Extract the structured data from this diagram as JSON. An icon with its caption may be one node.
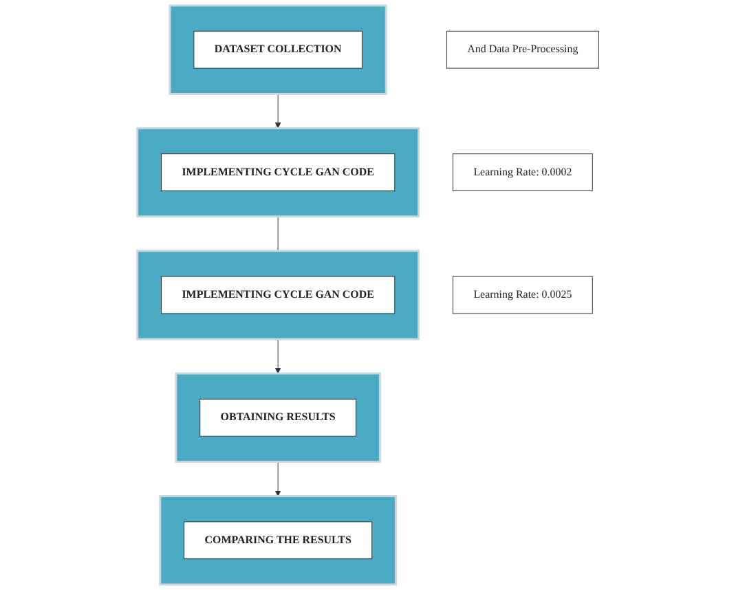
{
  "diagram": {
    "nodes": [
      {
        "text": [],
        "shape": "box"
      },
      {
        "text": [
          "DATASET COLLECTION"
        ],
        "in": 0
      },
      {
        "text": [
          "And Data Pre-Processing"
        ]
      },
      {
        "text": [],
        "shape": "box"
      },
      {
        "text": [
          "IMPLEMENTING CYCLE GAN CODE"
        ],
        "in": 3
      },
      {
        "text": [
          "Learning Rate: 0.0002"
        ]
      },
      {
        "text": [],
        "shape": "box"
      },
      {
        "text": [
          "IMPLEMENTING CYCLE GAN CODE"
        ],
        "in": 6
      },
      {
        "text": [
          "Learning Rate: 0.0025"
        ]
      },
      {
        "text": [],
        "shape": "box"
      },
      {
        "text": [
          "OBTAINING RESULTS"
        ],
        "in": 9
      },
      {
        "text": [],
        "shape": "box"
      },
      {
        "text": [
          "COMPARING THE RESULTS"
        ],
        "in": 11
      }
    ],
    "edges": [
      {
        "from": 0,
        "to": 3,
        "arrow": "to"
      },
      {
        "from": 3,
        "to": 6,
        "arrow": "none"
      },
      {
        "from": 6,
        "to": 9,
        "arrow": "to"
      },
      {
        "from": 9,
        "to": 11,
        "arrow": "to"
      }
    ]
  }
}
